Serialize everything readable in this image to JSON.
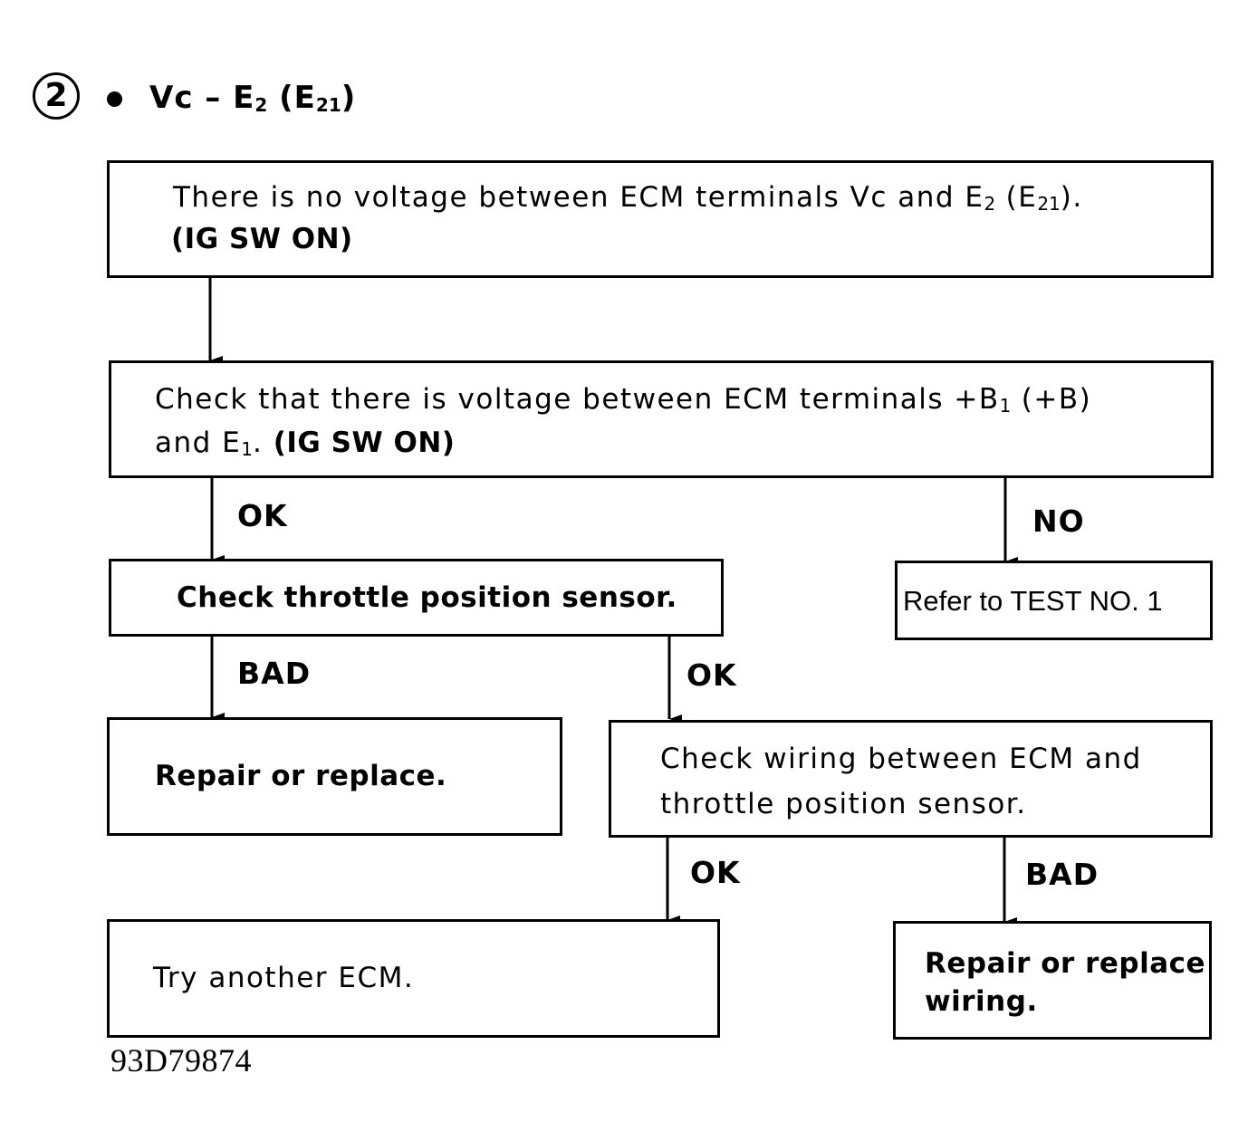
{
  "step_number": "2",
  "heading": {
    "bullet": "•",
    "pre": "Vc – E",
    "sub1": "2",
    "mid": " (E",
    "sub2": "21",
    "post": ")"
  },
  "boxes": {
    "no_voltage": {
      "line1_pre": "There is no voltage between ECM terminals Vc and E",
      "line1_sub": "2",
      "line1_mid": " (E",
      "line1_sub2": "21",
      "line1_post": ").",
      "line2": "(IG SW ON)"
    },
    "check_b1": {
      "line1_pre": "Check that there is voltage between ECM terminals  +B",
      "line1_sub": "1",
      "line1_post": " (+B)",
      "line2_pre": "and E",
      "line2_sub": "1",
      "line2_mid": ". ",
      "line2_bold": "(IG SW ON)"
    },
    "check_tps": {
      "text": "Check throttle position sensor."
    },
    "refer_test": {
      "text": "Refer to TEST NO. 1"
    },
    "repair_replace": {
      "text": "Repair or replace."
    },
    "check_wiring": {
      "line1": "Check wiring between ECM and",
      "line2": "throttle position sensor."
    },
    "try_ecm": {
      "text": "Try another ECM."
    },
    "repair_wiring": {
      "line1": "Repair or replace",
      "line2": "wiring."
    }
  },
  "labels": {
    "ok_1": "OK",
    "no_1": "NO",
    "bad_1": "BAD",
    "ok_2": "OK",
    "ok_3": "OK",
    "bad_2": "BAD"
  },
  "figure_id": "93D79874"
}
